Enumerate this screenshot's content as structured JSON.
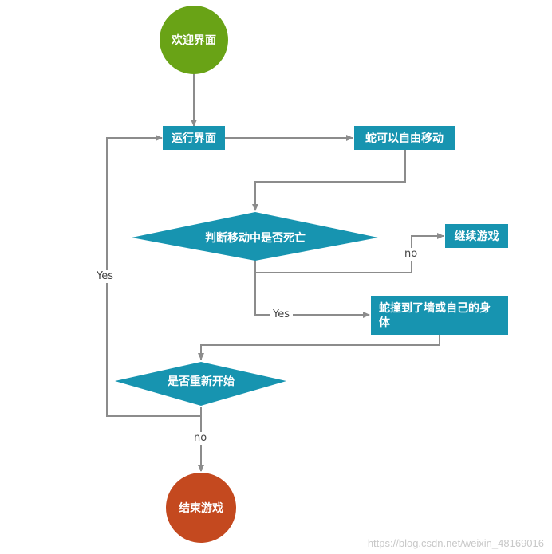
{
  "nodes": {
    "welcome": "欢迎界面",
    "run_screen": "运行界面",
    "snake_move": "蛇可以自由移动",
    "check_death": "判断移动中是否死亡",
    "continue_game": "继续游戏",
    "hit_wall": "蛇撞到了墙或自己的身体",
    "restart": "是否重新开始",
    "end_game": "结束游戏"
  },
  "edge_labels": {
    "no_continue": "no",
    "yes_death": "Yes",
    "yes_restart": "Yes",
    "no_end": "no"
  },
  "colors": {
    "start": "#69a316",
    "end": "#c4491f",
    "process": "#1794b0",
    "edge": "#8c8c8c"
  },
  "watermark": "https://blog.csdn.net/weixin_48169016"
}
